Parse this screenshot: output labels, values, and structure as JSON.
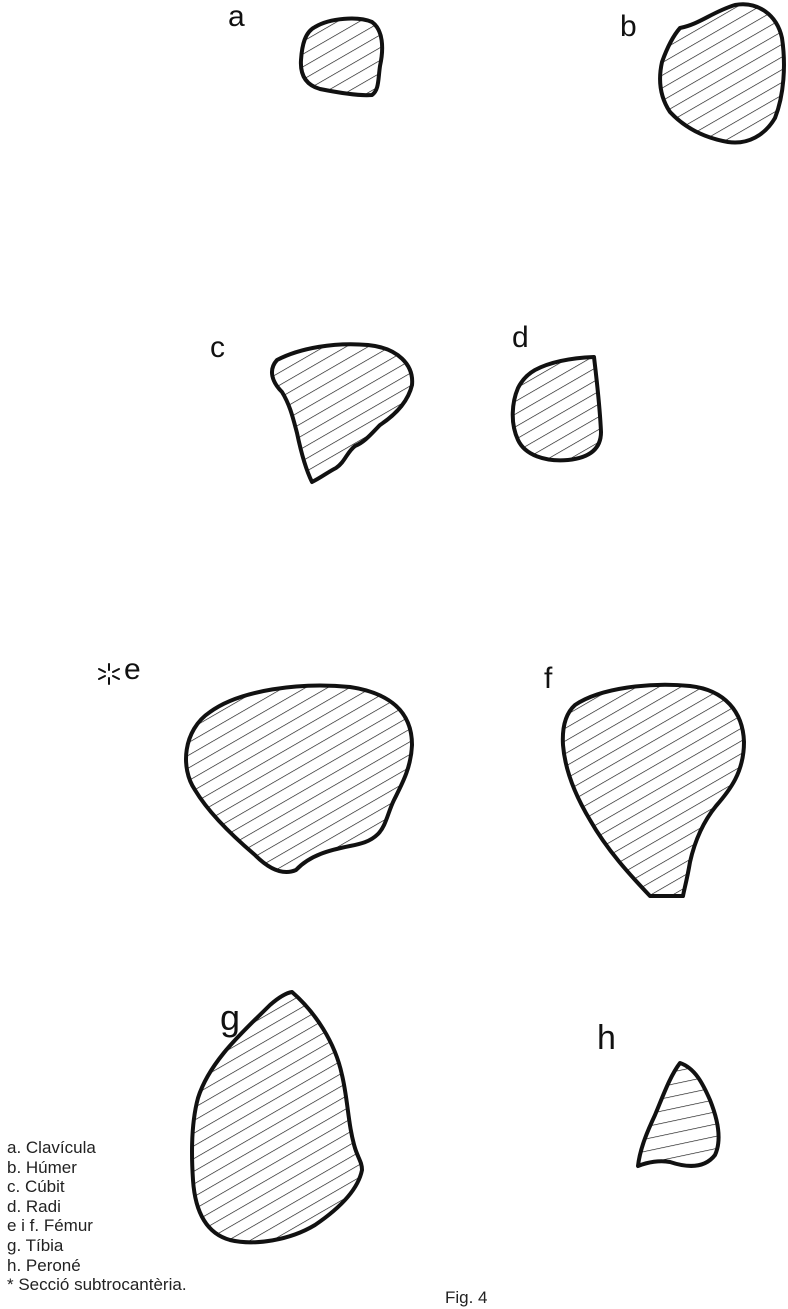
{
  "labels": {
    "a": "a",
    "b": "b",
    "c": "c",
    "d": "d",
    "e": "e",
    "f": "f",
    "g": "g",
    "h": "h"
  },
  "legend": [
    "a. Clavícula",
    "b. Húmer",
    "c. Cúbit",
    "d. Radi",
    "e i f. Fémur",
    "g. Tíbia",
    "h. Peroné",
    "* Secció subtrocantèria."
  ],
  "caption": "Fig. 4"
}
